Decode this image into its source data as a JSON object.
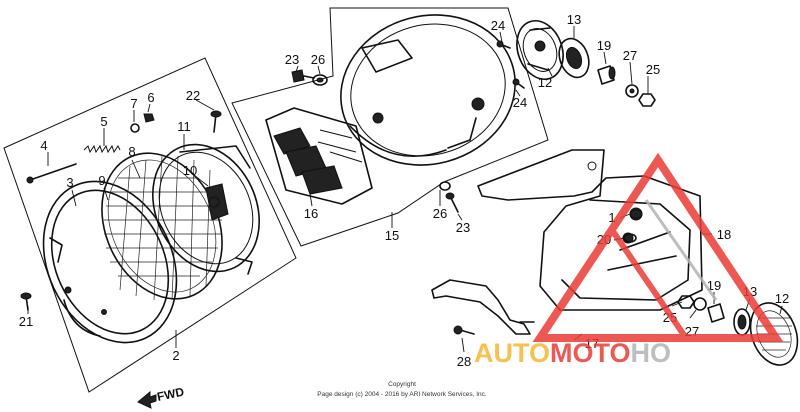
{
  "callouts": [
    {
      "id": "c4",
      "text": "4"
    },
    {
      "id": "c5",
      "text": "5"
    },
    {
      "id": "c7",
      "text": "7"
    },
    {
      "id": "c6",
      "text": "6"
    },
    {
      "id": "c22",
      "text": "22"
    },
    {
      "id": "c11",
      "text": "11"
    },
    {
      "id": "c8",
      "text": "8"
    },
    {
      "id": "c3",
      "text": "3"
    },
    {
      "id": "c9",
      "text": "9"
    },
    {
      "id": "c10",
      "text": "10"
    },
    {
      "id": "c21",
      "text": "21"
    },
    {
      "id": "c2",
      "text": "2"
    },
    {
      "id": "c23a",
      "text": "23"
    },
    {
      "id": "c26a",
      "text": "26"
    },
    {
      "id": "c16",
      "text": "16"
    },
    {
      "id": "c15",
      "text": "15"
    },
    {
      "id": "c26b",
      "text": "26"
    },
    {
      "id": "c23b",
      "text": "23"
    },
    {
      "id": "c24a",
      "text": "24"
    },
    {
      "id": "c24b",
      "text": "24"
    },
    {
      "id": "c13a",
      "text": "13"
    },
    {
      "id": "c12a",
      "text": "12"
    },
    {
      "id": "c19a",
      "text": "19"
    },
    {
      "id": "c27a",
      "text": "27"
    },
    {
      "id": "c25a",
      "text": "25"
    },
    {
      "id": "c18",
      "text": "18"
    },
    {
      "id": "c1",
      "text": "1"
    },
    {
      "id": "c20",
      "text": "20"
    },
    {
      "id": "c19b",
      "text": "19"
    },
    {
      "id": "c13b",
      "text": "13"
    },
    {
      "id": "c12b",
      "text": "12"
    },
    {
      "id": "c25b",
      "text": "25"
    },
    {
      "id": "c27b",
      "text": "27"
    },
    {
      "id": "c17",
      "text": "17"
    },
    {
      "id": "c28",
      "text": "28"
    }
  ],
  "fwd_label": "FWD",
  "copyright": {
    "line1": "Copyright",
    "line2": "Page design (c) 2004 - 2016 by ARI Network Services, Inc."
  },
  "watermark": {
    "part1": "AUTO",
    "part2": "MOTO",
    "part3": "HO",
    "color_red": "#ec3b34",
    "color_yellow": "#f7b731",
    "color_grey": "#b3b3b3"
  }
}
